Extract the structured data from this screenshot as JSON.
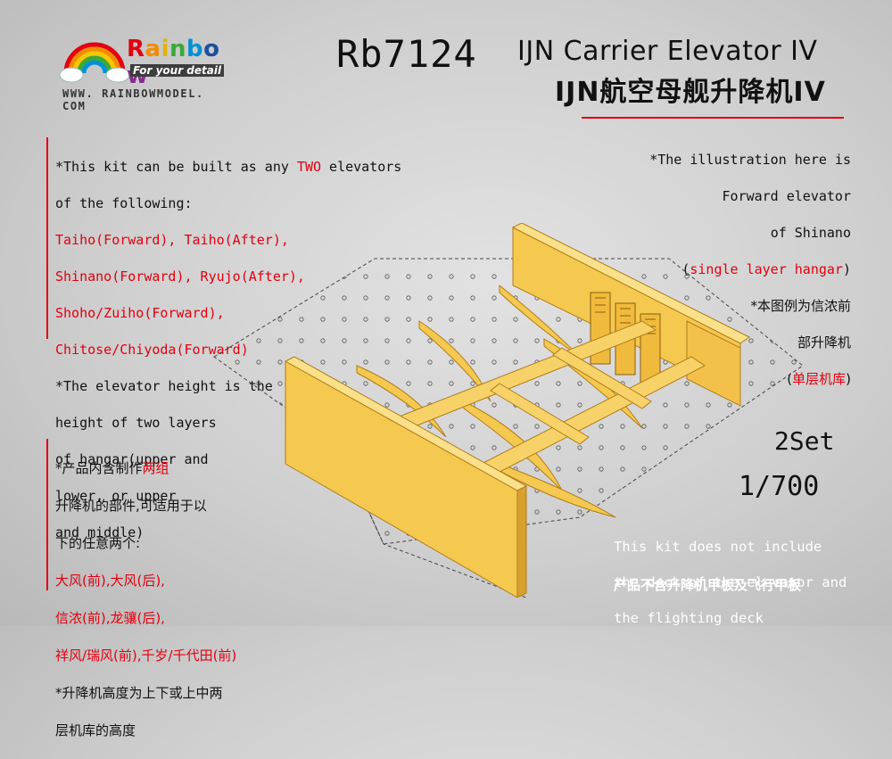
{
  "brand": {
    "name_letters": [
      "R",
      "a",
      "i",
      "n",
      "b",
      "o",
      "w"
    ],
    "letter_colors": [
      "#e3000f",
      "#f28c00",
      "#f6c700",
      "#3aa935",
      "#0091d5",
      "#1d4f9f",
      "#8a2b8f"
    ],
    "tagline": "For your detail",
    "url": "WWW. RAINBOWMODEL. COM",
    "logo_icon": "rainbow-cloud-icon"
  },
  "product": {
    "code": "Rb7124",
    "title_en": "IJN Carrier Elevator IV",
    "title_cn": "IJN航空母舰升降机IV",
    "sets": "2Set",
    "scale": "1/700"
  },
  "left_text": {
    "l1a": "*This kit can be built as any ",
    "l1b": "TWO",
    "l1c": " elevators",
    "l2": "of the following:",
    "l3": "Taiho(Forward), Taiho(After),",
    "l4": "Shinano(Forward), Ryujo(After),",
    "l5": "Shoho/Zuiho(Forward),",
    "l6": "Chitose/Chiyoda(Forward)",
    "l7": "*The elevator height is the",
    "l8": "height of two layers",
    "l9": "of hangar(upper and",
    "l10": "lower, or upper",
    "l11": "and middle)"
  },
  "left_cn": {
    "c1a": "*产品内含制作",
    "c1b": "两组",
    "c2": "升降机的部件,可适用于以",
    "c3": "下的任意两个:",
    "c4": "大风(前),大风(后),",
    "c5": "信浓(前),龙骧(后),",
    "c6": "祥风/瑞风(前),千岁/千代田(前)",
    "c7": "*升降机高度为上下或上中两",
    "c8": "层机库的高度"
  },
  "right_text": {
    "r1": "*The illustration here is",
    "r2": "Forward elevator",
    "r3": "of Shinano",
    "r4a": "(",
    "r4b": "single layer hangar",
    "r4c": ")",
    "r5": "*本图例为信浓前",
    "r6": "部升降机",
    "r7a": "(",
    "r7b": "单层机库",
    "r7c": ")"
  },
  "note": {
    "n1": "This kit does not include",
    "n2": "the deck of the elevator and",
    "n3": "the flighting deck",
    "cn": "产品不含升降机甲板及飞行甲板"
  },
  "colors": {
    "accent": "#e3000f",
    "brass": "#f5c84f",
    "brass_dark": "#c9962a",
    "background": "#cfcfcf"
  }
}
